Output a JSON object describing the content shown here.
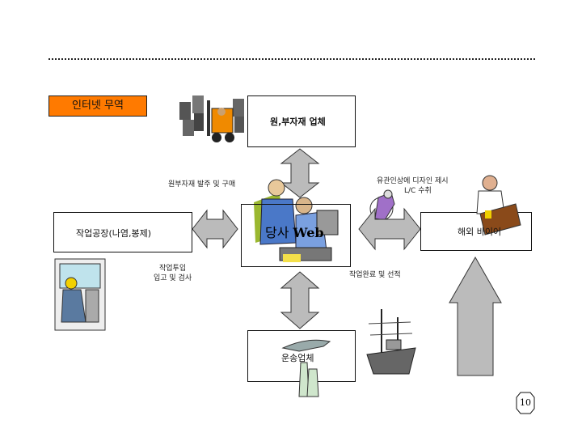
{
  "title": "인터넷 무역",
  "nodes": {
    "supplier": "원,부자재 업체",
    "company_prefix": "당사",
    "company_web": "Web",
    "factory": "작업공장(나염,봉제)",
    "buyer": "해외 바이어",
    "carrier": "운송업체"
  },
  "annotations": {
    "order_purchase": "원부자재 발주 및 구매",
    "buyer_line1": "유관인상에 디자인 제시",
    "buyer_line2": "L/C 수취",
    "work_line1": "작업투입",
    "work_line2": "입고 및 검사",
    "complete_ship": "작업완료 및 선적"
  },
  "page_number": "10"
}
